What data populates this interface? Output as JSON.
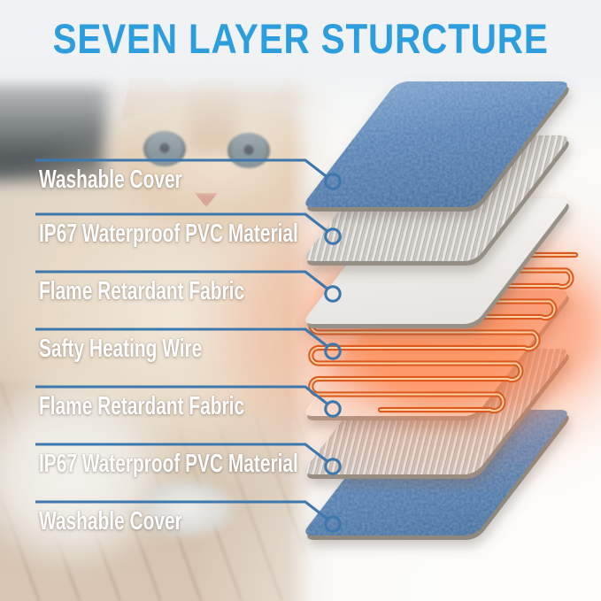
{
  "title": "SEVEN LAYER STURCTURE",
  "layers": [
    {
      "label": "Washable Cover",
      "appearance": "blue terry fabric",
      "panel_color": "#5585BB"
    },
    {
      "label": "IP67 Waterproof PVC Material",
      "appearance": "gray heather fabric",
      "panel_color": "#CDCAC5"
    },
    {
      "label": "Flame Retardant Fabric",
      "appearance": "white sheet",
      "panel_color": "#F3F2EF"
    },
    {
      "label": "Safty Heating Wire",
      "appearance": "orange serpentine heating wire with glow",
      "panel_color": "#DD5A1E"
    },
    {
      "label": "Flame Retardant Fabric",
      "appearance": "white sheet tinted by heat glow",
      "panel_color": "#F2CDBA"
    },
    {
      "label": "IP67 Waterproof PVC Material",
      "appearance": "gray heather fabric",
      "panel_color": "#CDCAC5"
    },
    {
      "label": "Washable Cover",
      "appearance": "blue terry fabric",
      "panel_color": "#5585BB"
    }
  ],
  "colors": {
    "title_blue": "#2D9EDD",
    "leader_line_blue": "#3C78AD",
    "wire_orange": "#DD5A1E",
    "heat_glow": "#FF7A45",
    "panel_blue": "#5585BB",
    "panel_gray": "#CDCAC5",
    "panel_white": "#F3F2EF",
    "background_white": "#FAF9F7"
  },
  "scene": {
    "photo_subject": "cream cat lying on a wooden floor"
  }
}
